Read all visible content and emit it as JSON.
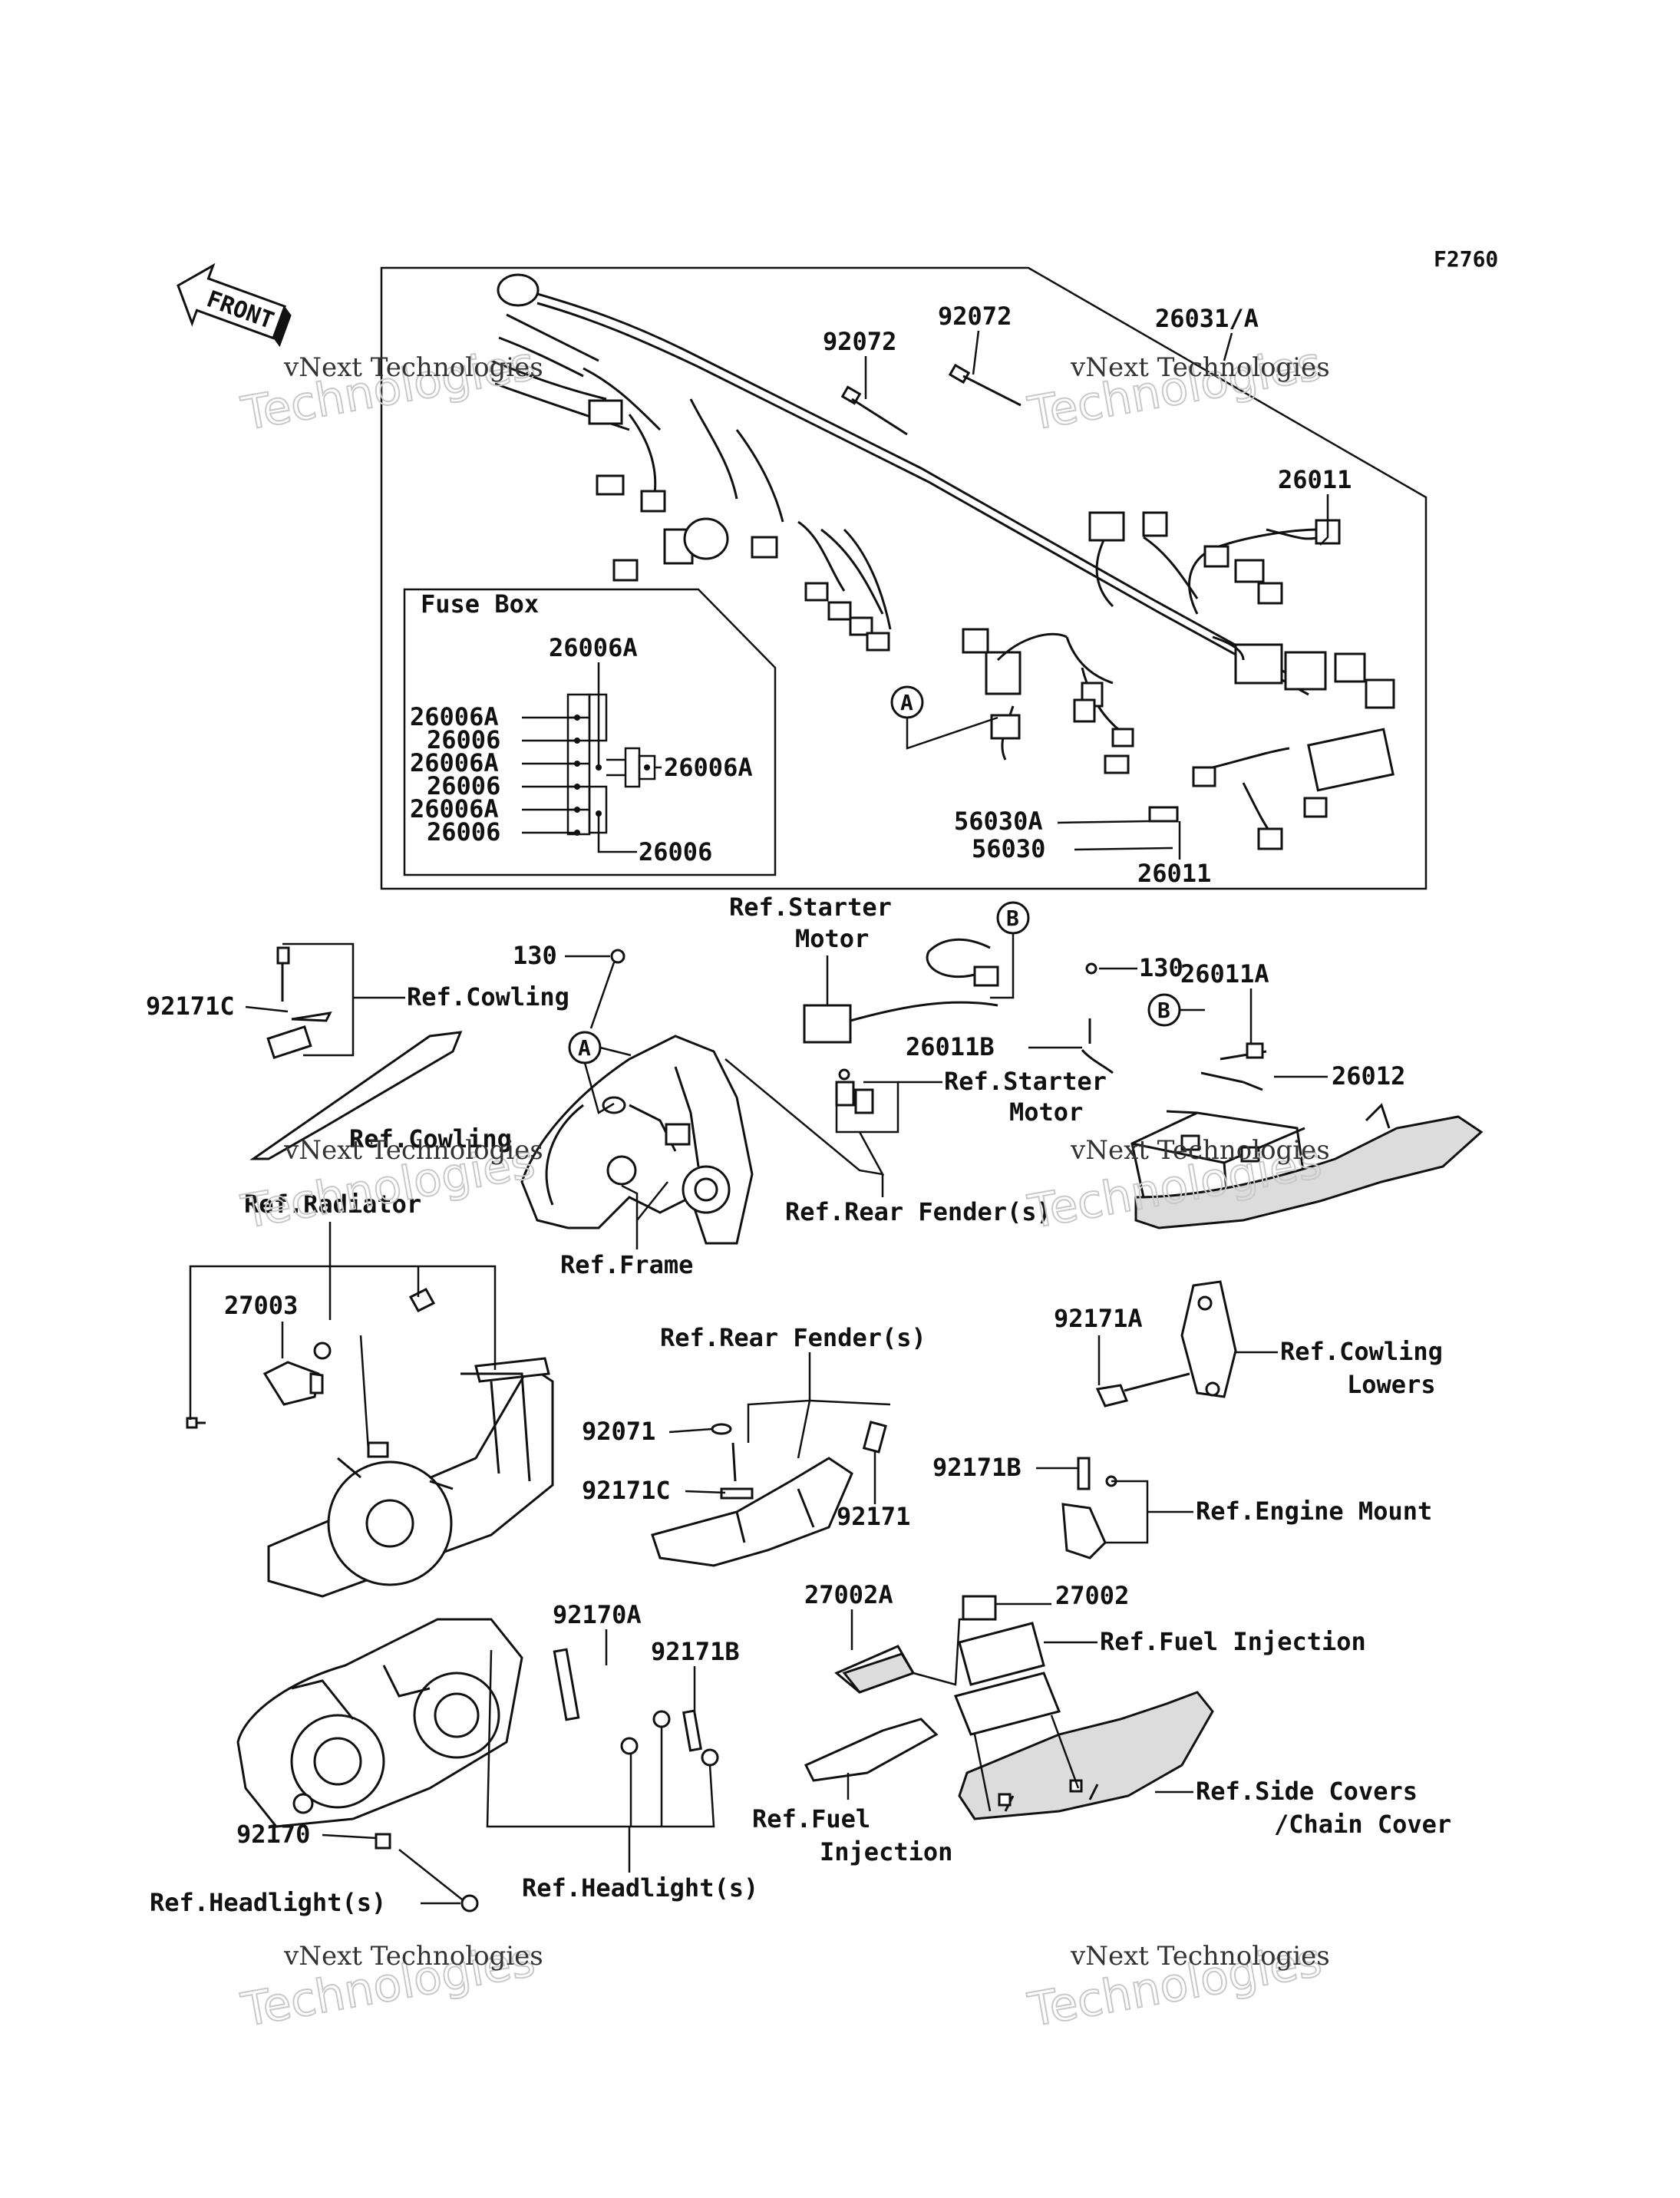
{
  "figure_code": "F2760",
  "front_arrow": "FRONT",
  "watermark": {
    "line1": "vNext Technologies",
    "line2": "Technologies",
    "line3": "vNext"
  },
  "harness": {
    "main_part": "26031/A",
    "clips": [
      "92072",
      "92072"
    ],
    "connector_top": "26011",
    "connector_bottom": "26011",
    "callout_a": "A",
    "relay_a": "56030A",
    "relay": "56030"
  },
  "fuse_box": {
    "title": "Fuse Box",
    "top_label": "26006A",
    "left_labels": [
      "26006A",
      "26006",
      "26006A",
      "26006",
      "26006A",
      "26006"
    ],
    "right_label": "26006A",
    "bottom_label": "26006"
  },
  "labels": {
    "p92171C_a": "92171C",
    "ref_cowling": "Ref.Cowling",
    "ref_cowling_2": "Ref.Cowling",
    "ref_radiator": "Ref.Radiator",
    "p130_a": "130",
    "callout_a2": "A",
    "ref_frame": "Ref.Frame",
    "ref_starter_motor_1_l1": "Ref.Starter",
    "ref_starter_motor_1_l2": "Motor",
    "callout_b1": "B",
    "callout_b2": "B",
    "p130_b": "130",
    "p26011A": "26011A",
    "p26011B": "26011B",
    "ref_starter_motor_2_l1": "Ref.Starter",
    "ref_starter_motor_2_l2": "Motor",
    "p26012": "26012",
    "ref_rear_fender_1": "Ref.Rear Fender(s)",
    "p27003": "27003",
    "ref_rear_fender_2": "Ref.Rear Fender(s)",
    "p92071": "92071",
    "p92171C_b": "92171C",
    "p92171": "92171",
    "p92171A": "92171A",
    "ref_cowling_lowers_l1": "Ref.Cowling",
    "ref_cowling_lowers_l2": "Lowers",
    "p92171B_a": "92171B",
    "ref_engine_mount": "Ref.Engine Mount",
    "p27002A": "27002A",
    "p27002": "27002",
    "ref_fuel_injection_1": "Ref.Fuel Injection",
    "p92170A": "92170A",
    "p92171B_b": "92171B",
    "ref_side_covers_l1": "Ref.Side Covers",
    "ref_side_covers_l2": "/Chain Cover",
    "ref_fuel_injection_2_l1": "Ref.Fuel",
    "ref_fuel_injection_2_l2": "Injection",
    "p92170": "92170",
    "ref_headlight_1": "Ref.Headlight(s)",
    "ref_headlight_2": "Ref.Headlight(s)"
  }
}
